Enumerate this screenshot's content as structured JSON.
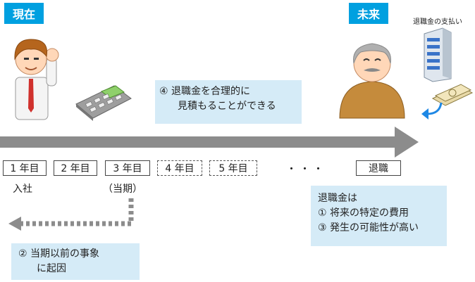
{
  "labels": {
    "present": "現在",
    "future": "未来",
    "payment": "退職金の支払い"
  },
  "years": [
    {
      "label": "1 年目",
      "sub": "入社",
      "future": false
    },
    {
      "label": "2 年目",
      "sub": "",
      "future": false
    },
    {
      "label": "3 年目",
      "sub": "（当期）",
      "future": false
    },
    {
      "label": "4 年目",
      "sub": "",
      "future": true
    },
    {
      "label": "5 年目",
      "sub": "",
      "future": true
    }
  ],
  "ellipsis": "・・・",
  "retirement": "退職",
  "notes": {
    "estimate": [
      "④ 退職金を合理的に",
      "見積もることができる"
    ],
    "conditions": [
      "退職金は",
      "① 将来の特定の費用",
      "③ 発生の可能性が高い"
    ],
    "cause": [
      "② 当期以前の事象",
      "に起因"
    ]
  },
  "colors": {
    "tag": "#00a0e0",
    "note_bg": "#d5ebf7",
    "arrow": "#8c8c8c",
    "return_arrow": "#1e88e5"
  }
}
